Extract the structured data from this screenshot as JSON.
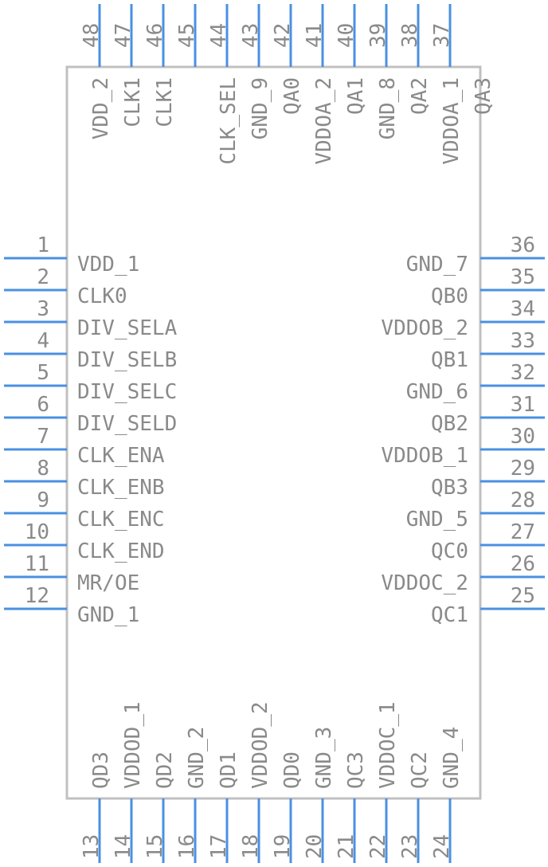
{
  "pins": {
    "left": [
      {
        "num": "1",
        "label": "VDD_1"
      },
      {
        "num": "2",
        "label": "CLK0",
        "bar": true
      },
      {
        "num": "3",
        "label": "DIV_SELA"
      },
      {
        "num": "4",
        "label": "DIV_SELB"
      },
      {
        "num": "5",
        "label": "DIV_SELC"
      },
      {
        "num": "6",
        "label": "DIV_SELD"
      },
      {
        "num": "7",
        "label": "CLK_ENA"
      },
      {
        "num": "8",
        "label": "CLK_ENB"
      },
      {
        "num": "9",
        "label": "CLK_ENC"
      },
      {
        "num": "10",
        "label": "CLK_END"
      },
      {
        "num": "11",
        "label": "MR/OE"
      },
      {
        "num": "12",
        "label": "GND_1"
      }
    ],
    "right": [
      {
        "num": "36",
        "label": "GND_7"
      },
      {
        "num": "35",
        "label": "QB0",
        "bar": true
      },
      {
        "num": "34",
        "label": "VDDOB_2"
      },
      {
        "num": "33",
        "label": "QB1",
        "bar": true
      },
      {
        "num": "32",
        "label": "GND_6"
      },
      {
        "num": "31",
        "label": "QB2",
        "bar": true
      },
      {
        "num": "30",
        "label": "VDDOB_1"
      },
      {
        "num": "29",
        "label": "QB3",
        "bar": true
      },
      {
        "num": "28",
        "label": "GND_5"
      },
      {
        "num": "27",
        "label": "QC0",
        "bar": true
      },
      {
        "num": "26",
        "label": "VDDOC_2"
      },
      {
        "num": "25",
        "label": "QC1",
        "bar": true
      }
    ],
    "top": [
      {
        "num": "48",
        "label": "VDD_2"
      },
      {
        "num": "47",
        "label": "CLK1",
        "bar": true
      },
      {
        "num": "46",
        "label": "CLK1"
      },
      {
        "num": "45",
        "label": ""
      },
      {
        "num": "44",
        "label": "CLK_SEL"
      },
      {
        "num": "43",
        "label": "GND_9"
      },
      {
        "num": "42",
        "label": "QA0",
        "bar": true
      },
      {
        "num": "41",
        "label": "VDDOA_2"
      },
      {
        "num": "40",
        "label": "QA1",
        "bar": true
      },
      {
        "num": "39",
        "label": "GND_8"
      },
      {
        "num": "38",
        "label": "QA2",
        "bar": true
      },
      {
        "num": "37",
        "label": "VDDOA_1"
      },
      {
        "num": "",
        "label": "QA3",
        "bar": true
      }
    ],
    "bottom": [
      {
        "num": "13",
        "label": "QD3"
      },
      {
        "num": "14",
        "label": "VDDOD_1"
      },
      {
        "num": "15",
        "label": "QD2"
      },
      {
        "num": "16",
        "label": "GND_2"
      },
      {
        "num": "17",
        "label": "QD1"
      },
      {
        "num": "18",
        "label": "VDDOD_2"
      },
      {
        "num": "19",
        "label": "QD0"
      },
      {
        "num": "20",
        "label": "GND_3"
      },
      {
        "num": "21",
        "label": "QC3"
      },
      {
        "num": "22",
        "label": "VDDOC_1"
      },
      {
        "num": "23",
        "label": "QC2"
      },
      {
        "num": "24",
        "label": "GND_4"
      }
    ]
  }
}
